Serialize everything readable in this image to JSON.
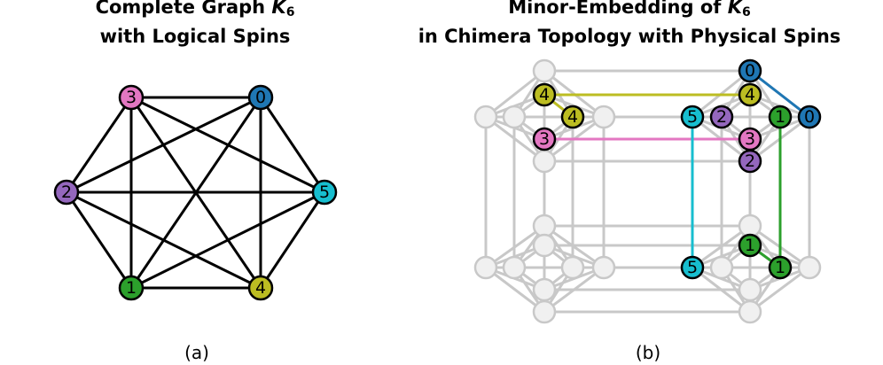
{
  "panel_a": {
    "title_line1_prefix": "Complete Graph ",
    "title_symbol": "K",
    "title_subscript": "6",
    "title_line2": "with Logical Spins",
    "caption": "(a)",
    "nodes": [
      {
        "label": "0",
        "color": "#1f77b4"
      },
      {
        "label": "1",
        "color": "#2ca02c"
      },
      {
        "label": "2",
        "color": "#9467bd"
      },
      {
        "label": "3",
        "color": "#e377c2"
      },
      {
        "label": "4",
        "color": "#bcbd22"
      },
      {
        "label": "5",
        "color": "#17becf"
      }
    ]
  },
  "panel_b": {
    "title_line1_prefix": "Minor-Embedding of ",
    "title_symbol": "K",
    "title_subscript": "6",
    "title_line2": "in Chimera Topology with Physical Spins",
    "caption": "(b)",
    "qubit_labels": [
      "0",
      "0",
      "4",
      "4",
      "4",
      "5",
      "2",
      "1",
      "3",
      "3",
      "2",
      "1",
      "1",
      "5"
    ]
  },
  "colors": {
    "spin0": "#1f77b4",
    "spin1": "#2ca02c",
    "spin2": "#9467bd",
    "spin3": "#e377c2",
    "spin4": "#bcbd22",
    "spin5": "#17becf",
    "chimera_gray": "#c8c8c8",
    "node_fill_gray": "#f0f0f0"
  }
}
